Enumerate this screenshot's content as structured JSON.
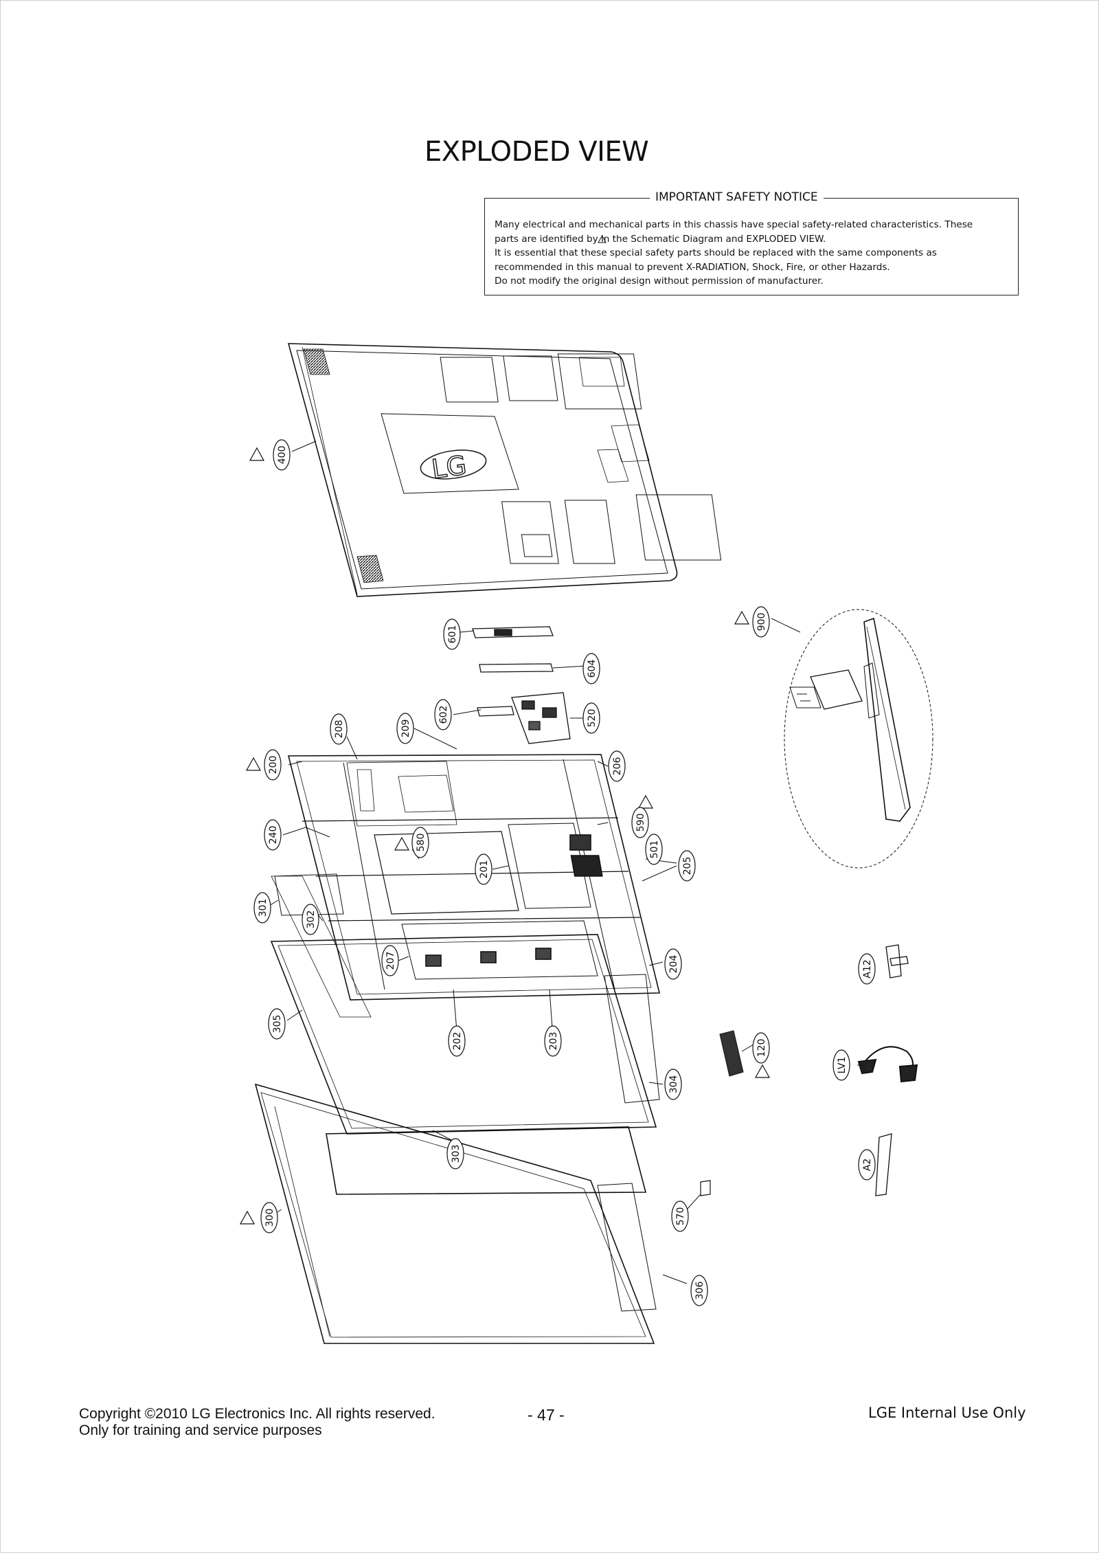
{
  "header": {
    "title": "EXPLODED VIEW"
  },
  "notice": {
    "title": "IMPORTANT SAFETY NOTICE",
    "lines": [
      "Many electrical and mechanical parts in this chassis have special safety-related characteristics. These",
      "parts are identified by       in the Schematic Diagram and EXPLODED VIEW.",
      "It is essential that these special safety parts should be replaced with the same components as",
      "recommended in this manual to prevent X-RADIATION, Shock, Fire, or other Hazards.",
      "Do not modify the original design without permission of manufacturer."
    ]
  },
  "diagram": {
    "logo": "LG",
    "callouts": [
      "400",
      "900",
      "601",
      "604",
      "602",
      "520",
      "208",
      "209",
      "200",
      "206",
      "590",
      "580",
      "501",
      "240",
      "201",
      "205",
      "301",
      "302",
      "207",
      "204",
      "305",
      "202",
      "203",
      "A12",
      "120",
      "LV1",
      "304",
      "303",
      "A2",
      "570",
      "300",
      "306"
    ]
  },
  "footer": {
    "copyright": "Copyright ©2010 LG Electronics Inc. All rights reserved.",
    "purpose": "Only for training and service purposes",
    "page": "- 47 -",
    "internal": "LGE Internal Use Only"
  }
}
